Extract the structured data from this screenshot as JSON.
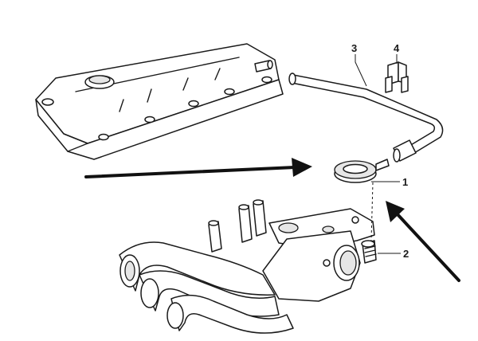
{
  "callouts": [
    {
      "id": "3",
      "label": "3"
    },
    {
      "id": "4",
      "label": "4"
    },
    {
      "id": "1",
      "label": "1"
    },
    {
      "id": "2",
      "label": "2"
    }
  ]
}
